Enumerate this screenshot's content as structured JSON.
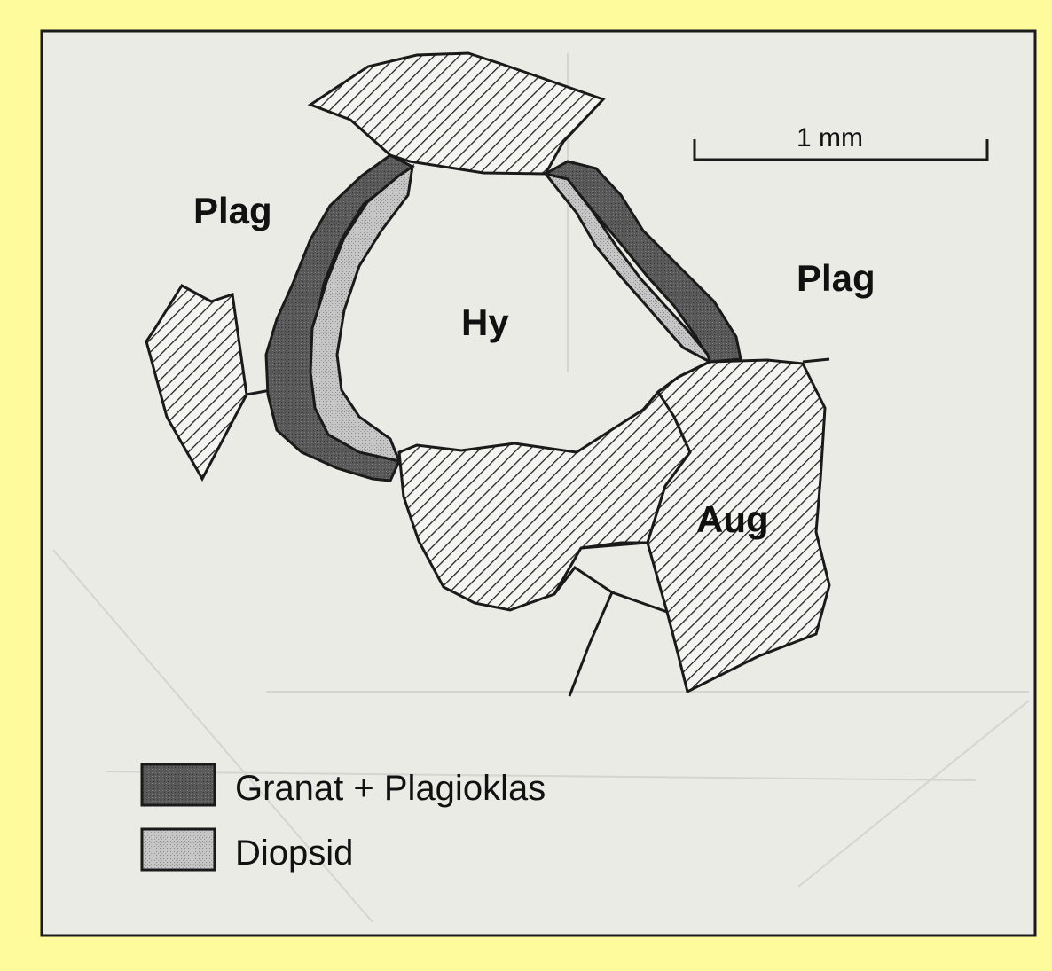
{
  "labels": {
    "plag_left": "Plag",
    "plag_right": "Plag",
    "hy": "Hy",
    "aug": "Aug"
  },
  "scale_bar": {
    "label": "1 mm"
  },
  "legend": [
    {
      "label": "Granat + Plagioklas",
      "color": "#5c5c5c"
    },
    {
      "label": "Diopsid",
      "color": "#bdbdbd"
    }
  ],
  "colors": {
    "frame_bg": "#ebebe6",
    "outer_bg": "#fefb9c",
    "granat": "#5c5c5c",
    "diopsid": "#bdbdbd",
    "stroke": "#1a1a1a"
  }
}
